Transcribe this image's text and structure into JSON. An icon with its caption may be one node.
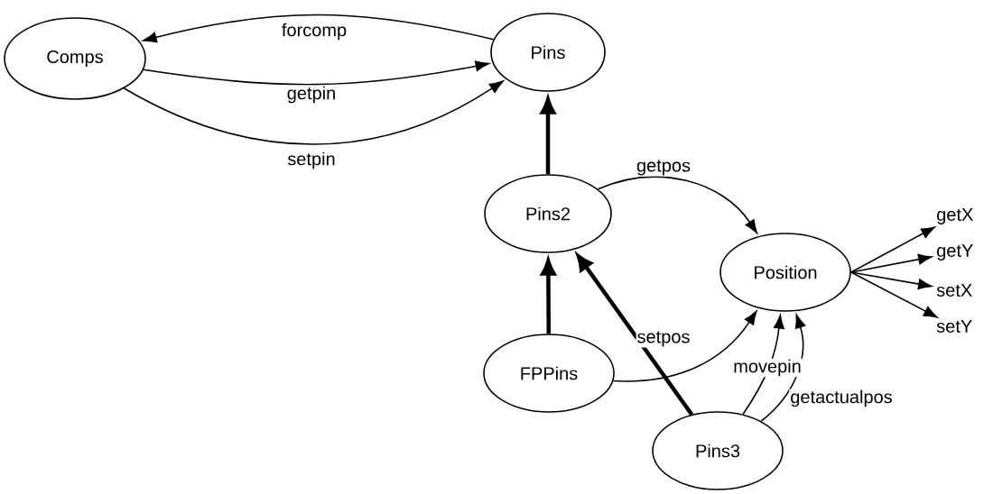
{
  "diagram": {
    "nodes": [
      {
        "text": [
          "Comps"
        ]
      },
      {
        "text": [
          "Pins"
        ]
      },
      {
        "text": [
          "Pins2"
        ]
      },
      {
        "text": [
          "Position"
        ]
      },
      {
        "text": [
          "FPPins"
        ]
      },
      {
        "text": [
          "Pins3"
        ]
      },
      {
        "text": [
          "getX"
        ]
      },
      {
        "text": [
          "getY"
        ]
      },
      {
        "text": [
          "setX"
        ]
      },
      {
        "text": [
          "setY"
        ]
      }
    ],
    "edges": [
      {
        "from": 1,
        "to": 0,
        "arrow": "to",
        "label": "forcomp"
      },
      {
        "from": 0,
        "to": 1,
        "arrow": "to",
        "label": "getpin"
      },
      {
        "from": 0,
        "to": 1,
        "arrow": "to",
        "label": "setpin"
      },
      {
        "from": 2,
        "to": 1,
        "arrow": "to",
        "style": "thick"
      },
      {
        "from": 2,
        "to": 3,
        "arrow": "to",
        "label": "getpos"
      },
      {
        "from": 4,
        "to": 2,
        "arrow": "to",
        "style": "thick"
      },
      {
        "from": 5,
        "to": 2,
        "arrow": "to",
        "style": "thick"
      },
      {
        "from": 4,
        "to": 3,
        "arrow": "to",
        "label": "setpos"
      },
      {
        "from": 5,
        "to": 3,
        "arrow": "to",
        "label": "movepin"
      },
      {
        "from": 5,
        "to": 3,
        "arrow": "to",
        "label": "getactualpos"
      },
      {
        "from": 3,
        "to": 6,
        "arrow": "to"
      },
      {
        "from": 3,
        "to": 7,
        "arrow": "to"
      },
      {
        "from": 3,
        "to": 8,
        "arrow": "to"
      },
      {
        "from": 3,
        "to": 9,
        "arrow": "to"
      }
    ]
  }
}
